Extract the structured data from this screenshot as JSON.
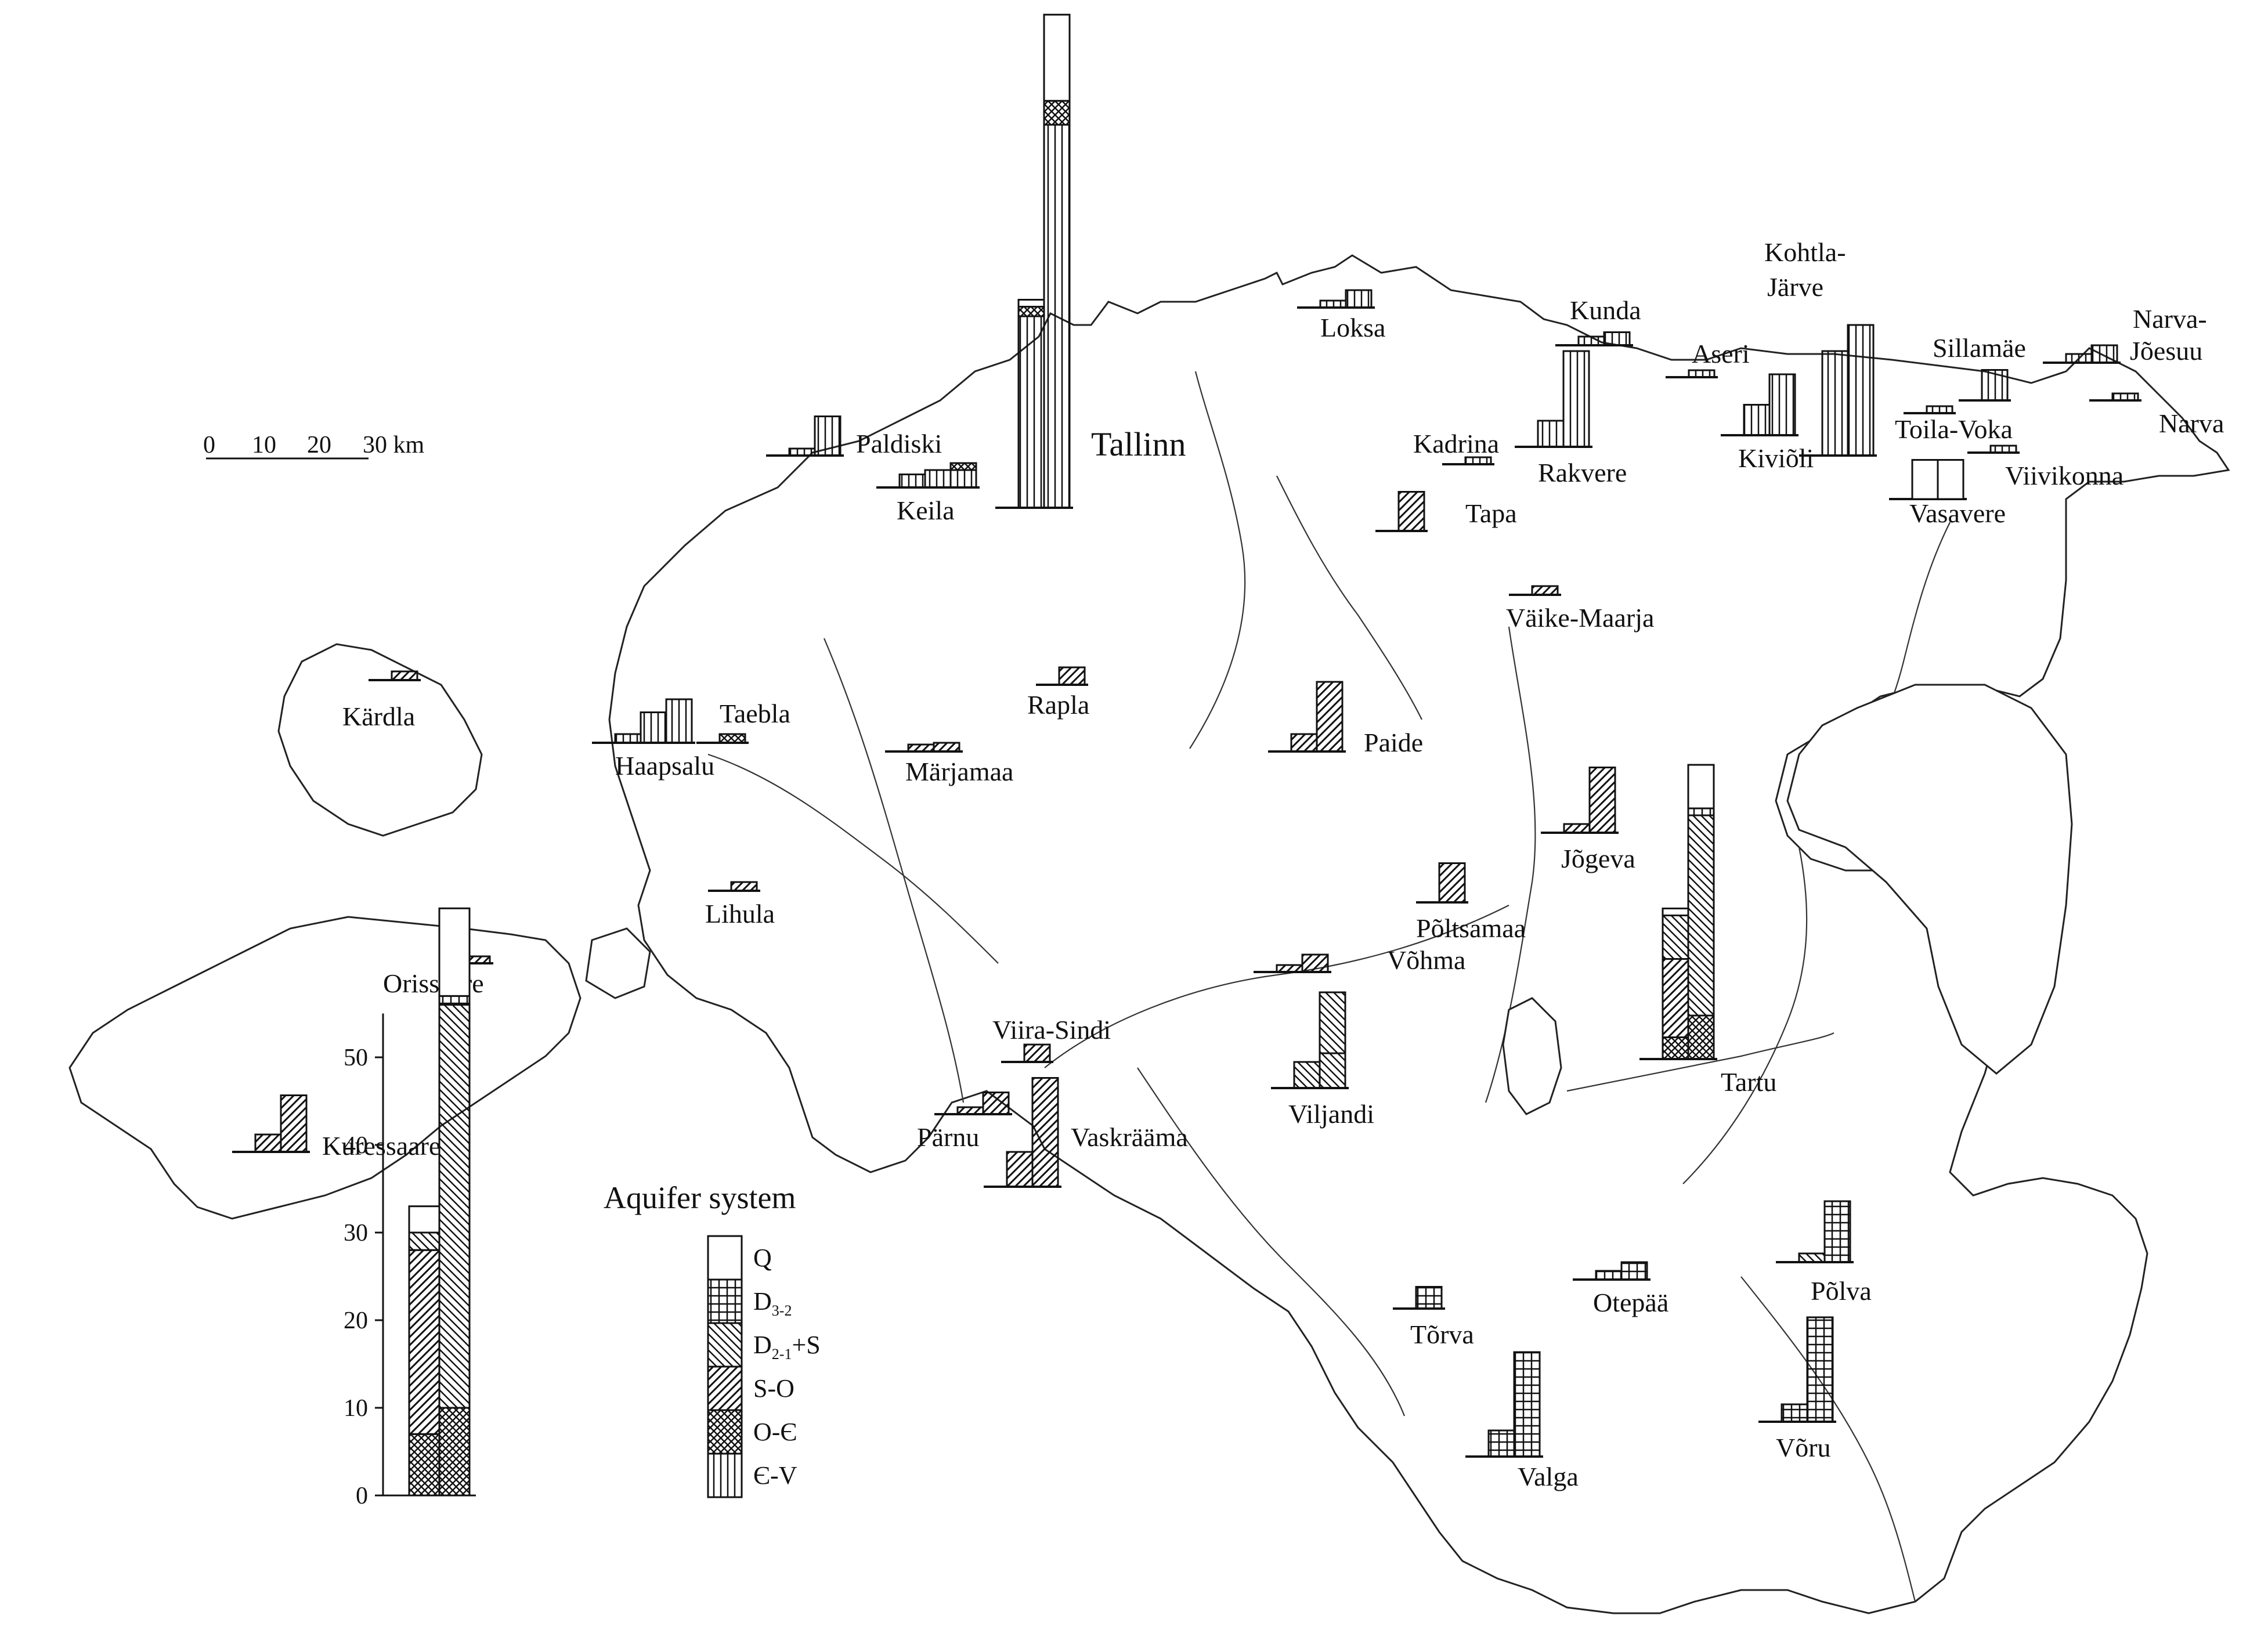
{
  "legend": {
    "title": "Aquifer system",
    "items": [
      {
        "key": "Q",
        "label": "Q",
        "sub": "",
        "pattern": "blank"
      },
      {
        "key": "D32",
        "label": "D",
        "sub": "3-2",
        "suffix": "",
        "pattern": "grid"
      },
      {
        "key": "D21S",
        "label": "D",
        "sub": "2-1",
        "suffix": "+S",
        "pattern": "diag-back"
      },
      {
        "key": "SO",
        "label": "S-O",
        "sub": "",
        "pattern": "diag-fwd"
      },
      {
        "key": "OC",
        "label": "O-Є",
        "sub": "",
        "pattern": "cross"
      },
      {
        "key": "CV",
        "label": "Є-V",
        "sub": "",
        "pattern": "vertical"
      }
    ]
  },
  "scale_bar": {
    "ticks": [
      "0",
      "10",
      "20",
      "30 km"
    ]
  },
  "axis": {
    "ticks": [
      "0",
      "10",
      "20",
      "30",
      "40",
      "50"
    ],
    "max": 55
  },
  "example_bars": [
    {
      "segments": [
        [
          "OC",
          7
        ],
        [
          "SO",
          21
        ],
        [
          "D21S",
          2
        ],
        [
          "Q",
          3
        ]
      ]
    },
    {
      "segments": [
        [
          "OC",
          10
        ],
        [
          "D21S",
          46
        ],
        [
          "D32",
          1
        ],
        [
          "Q",
          10
        ]
      ]
    }
  ],
  "cities": [
    {
      "name": "Tallinn",
      "big": true
    },
    {
      "name": "Paldiski"
    },
    {
      "name": "Keila"
    },
    {
      "name": "Loksa"
    },
    {
      "name": "Kunda"
    },
    {
      "name": "Aseri"
    },
    {
      "name": "Kohtla-"
    },
    {
      "name": "Järve"
    },
    {
      "name": "Sillamäe"
    },
    {
      "name": "Narva-"
    },
    {
      "name": "Jõesuu"
    },
    {
      "name": "Narva"
    },
    {
      "name": "Kadrina"
    },
    {
      "name": "Rakvere"
    },
    {
      "name": "Kiviõli"
    },
    {
      "name": "Toila-Voka"
    },
    {
      "name": "Viivikonna"
    },
    {
      "name": "Vasavere"
    },
    {
      "name": "Tapa"
    },
    {
      "name": "Väike-Maarja"
    },
    {
      "name": "Kärdla"
    },
    {
      "name": "Taebla"
    },
    {
      "name": "Haapsalu"
    },
    {
      "name": "Rapla"
    },
    {
      "name": "Märjamaa"
    },
    {
      "name": "Paide"
    },
    {
      "name": "Jõgeva"
    },
    {
      "name": "Põltsamaa"
    },
    {
      "name": "Tartu"
    },
    {
      "name": "Lihula"
    },
    {
      "name": "Orissaare"
    },
    {
      "name": "Võhma"
    },
    {
      "name": "Viira-Sindi"
    },
    {
      "name": "Viljandi"
    },
    {
      "name": "Pärnu"
    },
    {
      "name": "Vaskrääma"
    },
    {
      "name": "Kuressaare"
    },
    {
      "name": "Tõrva"
    },
    {
      "name": "Otepää"
    },
    {
      "name": "Põlva"
    },
    {
      "name": "Valga"
    },
    {
      "name": "Võru"
    }
  ],
  "stations": [
    {
      "id": "tallinn",
      "bars": [
        {
          "segments": [
            [
              "CV",
              40
            ],
            [
              "OC",
              2
            ],
            [
              "Q",
              1
            ]
          ]
        },
        {
          "segments": [
            [
              "CV",
              80
            ],
            [
              "OC",
              5
            ],
            [
              "Q",
              18
            ]
          ]
        }
      ]
    },
    {
      "id": "paldiski",
      "bars": [
        {
          "segments": [
            [
              "CV",
              1
            ]
          ]
        },
        {
          "segments": [
            [
              "CV",
              9
            ]
          ]
        }
      ]
    },
    {
      "id": "keila",
      "bars": [
        {
          "segments": [
            [
              "CV",
              3
            ]
          ]
        },
        {
          "segments": [
            [
              "CV",
              4
            ]
          ]
        },
        {
          "segments": [
            [
              "CV",
              4
            ],
            [
              "OC",
              1
            ]
          ]
        }
      ]
    },
    {
      "id": "loksa",
      "bars": [
        {
          "segments": [
            [
              "CV",
              1
            ]
          ]
        },
        {
          "segments": [
            [
              "CV",
              4
            ]
          ]
        }
      ]
    },
    {
      "id": "kunda",
      "bars": [
        {
          "segments": [
            [
              "CV",
              2
            ]
          ]
        },
        {
          "segments": [
            [
              "CV",
              3
            ]
          ]
        }
      ]
    },
    {
      "id": "aseri",
      "bars": [
        {
          "segments": [
            [
              "CV",
              1
            ]
          ]
        }
      ]
    },
    {
      "id": "kohtla",
      "bars": [
        {
          "segments": [
            [
              "CV",
              32
            ]
          ]
        },
        {
          "segments": [
            [
              "CV",
              40
            ]
          ]
        }
      ]
    },
    {
      "id": "sillamae",
      "bars": [
        {
          "segments": [
            [
              "CV",
              7
            ]
          ]
        }
      ]
    },
    {
      "id": "narvajoesuu",
      "bars": [
        {
          "segments": [
            [
              "CV",
              2
            ]
          ]
        },
        {
          "segments": [
            [
              "CV",
              4
            ]
          ]
        }
      ]
    },
    {
      "id": "narva",
      "bars": [
        {
          "segments": [
            [
              "CV",
              1
            ]
          ]
        }
      ]
    },
    {
      "id": "kadrina",
      "bars": [
        {
          "segments": [
            [
              "CV",
              1
            ]
          ]
        }
      ]
    },
    {
      "id": "rakvere",
      "bars": [
        {
          "segments": [
            [
              "CV",
              6
            ]
          ]
        },
        {
          "segments": [
            [
              "CV",
              22
            ]
          ]
        }
      ]
    },
    {
      "id": "kivioli",
      "bars": [
        {
          "segments": [
            [
              "CV",
              7
            ]
          ]
        },
        {
          "segments": [
            [
              "CV",
              14
            ]
          ]
        }
      ]
    },
    {
      "id": "toila",
      "bars": [
        {
          "segments": [
            [
              "CV",
              1
            ]
          ]
        }
      ]
    },
    {
      "id": "viivikonna",
      "bars": [
        {
          "segments": [
            [
              "CV",
              1
            ]
          ]
        }
      ]
    },
    {
      "id": "vasavere",
      "bars": [
        {
          "segments": [
            [
              "Q",
              9
            ]
          ]
        },
        {
          "segments": [
            [
              "Q",
              9
            ]
          ]
        }
      ]
    },
    {
      "id": "tapa",
      "bars": [
        {
          "segments": [
            [
              "SO",
              9
            ]
          ]
        }
      ]
    },
    {
      "id": "vaikemaarja",
      "bars": [
        {
          "segments": [
            [
              "SO",
              2
            ]
          ]
        }
      ]
    },
    {
      "id": "kardla",
      "bars": [
        {
          "segments": [
            [
              "SO",
              2
            ]
          ]
        }
      ]
    },
    {
      "id": "taebla",
      "bars": [
        {
          "segments": [
            [
              "OC",
              2
            ]
          ]
        }
      ]
    },
    {
      "id": "haapsalu",
      "bars": [
        {
          "segments": [
            [
              "CV",
              2
            ]
          ]
        },
        {
          "segments": [
            [
              "CV",
              7
            ]
          ]
        },
        {
          "segments": [
            [
              "CV",
              10
            ]
          ]
        }
      ]
    },
    {
      "id": "rapla",
      "bars": [
        {
          "segments": [
            [
              "SO",
              4
            ]
          ]
        }
      ]
    },
    {
      "id": "marjamaa",
      "bars": [
        {
          "segments": [
            [
              "SO",
              1
            ]
          ]
        },
        {
          "segments": [
            [
              "SO",
              2
            ]
          ]
        }
      ]
    },
    {
      "id": "paide",
      "bars": [
        {
          "segments": [
            [
              "SO",
              4
            ]
          ]
        },
        {
          "segments": [
            [
              "SO",
              16
            ]
          ]
        }
      ]
    },
    {
      "id": "jogeva",
      "bars": [
        {
          "segments": [
            [
              "SO",
              2
            ]
          ]
        },
        {
          "segments": [
            [
              "SO",
              15
            ]
          ]
        }
      ]
    },
    {
      "id": "poltsamaa",
      "bars": [
        {
          "segments": [
            [
              "SO",
              9
            ]
          ]
        }
      ]
    },
    {
      "id": "tartu",
      "bars": [
        {
          "segments": [
            [
              "OC",
              5
            ],
            [
              "SO",
              18
            ],
            [
              "D21S",
              10
            ],
            [
              "Q",
              1
            ]
          ]
        },
        {
          "segments": [
            [
              "OC",
              10
            ],
            [
              "D21S",
              46
            ],
            [
              "D32",
              1
            ],
            [
              "Q",
              10
            ]
          ]
        }
      ]
    },
    {
      "id": "lihula",
      "bars": [
        {
          "segments": [
            [
              "SO",
              2
            ]
          ]
        }
      ]
    },
    {
      "id": "orissaare",
      "bars": [
        {
          "segments": [
            [
              "SO",
              1
            ]
          ]
        }
      ]
    },
    {
      "id": "vohma",
      "bars": [
        {
          "segments": [
            [
              "SO",
              1
            ]
          ]
        },
        {
          "segments": [
            [
              "SO",
              4
            ]
          ]
        }
      ]
    },
    {
      "id": "viirasindi",
      "bars": [
        {
          "segments": [
            [
              "SO",
              4
            ]
          ]
        }
      ]
    },
    {
      "id": "viljandi",
      "bars": [
        {
          "segments": [
            [
              "D21S",
              6
            ]
          ]
        },
        {
          "segments": [
            [
              "D21S",
              8
            ],
            [
              "D21S",
              14
            ]
          ]
        }
      ]
    },
    {
      "id": "parnu",
      "bars": [
        {
          "segments": [
            [
              "SO",
              1
            ]
          ]
        },
        {
          "segments": [
            [
              "SO",
              5
            ]
          ]
        }
      ]
    },
    {
      "id": "vaskraama",
      "bars": [
        {
          "segments": [
            [
              "SO",
              8
            ]
          ]
        },
        {
          "segments": [
            [
              "SO",
              25
            ]
          ]
        }
      ]
    },
    {
      "id": "kuressaare",
      "bars": [
        {
          "segments": [
            [
              "SO",
              4
            ]
          ]
        },
        {
          "segments": [
            [
              "SO",
              13
            ]
          ]
        }
      ]
    },
    {
      "id": "torva",
      "bars": [
        {
          "segments": [
            [
              "D32",
              5
            ]
          ]
        }
      ]
    },
    {
      "id": "otepaa",
      "bars": [
        {
          "segments": [
            [
              "D32",
              2
            ]
          ]
        },
        {
          "segments": [
            [
              "D32",
              4
            ]
          ]
        }
      ]
    },
    {
      "id": "polva",
      "bars": [
        {
          "segments": [
            [
              "D21S",
              2
            ]
          ]
        },
        {
          "segments": [
            [
              "D32",
              14
            ]
          ]
        }
      ]
    },
    {
      "id": "valga",
      "bars": [
        {
          "segments": [
            [
              "D32",
              6
            ]
          ]
        },
        {
          "segments": [
            [
              "D32",
              24
            ]
          ]
        }
      ]
    },
    {
      "id": "voru",
      "bars": [
        {
          "segments": [
            [
              "D32",
              4
            ]
          ]
        },
        {
          "segments": [
            [
              "D32",
              24
            ]
          ]
        }
      ]
    }
  ]
}
